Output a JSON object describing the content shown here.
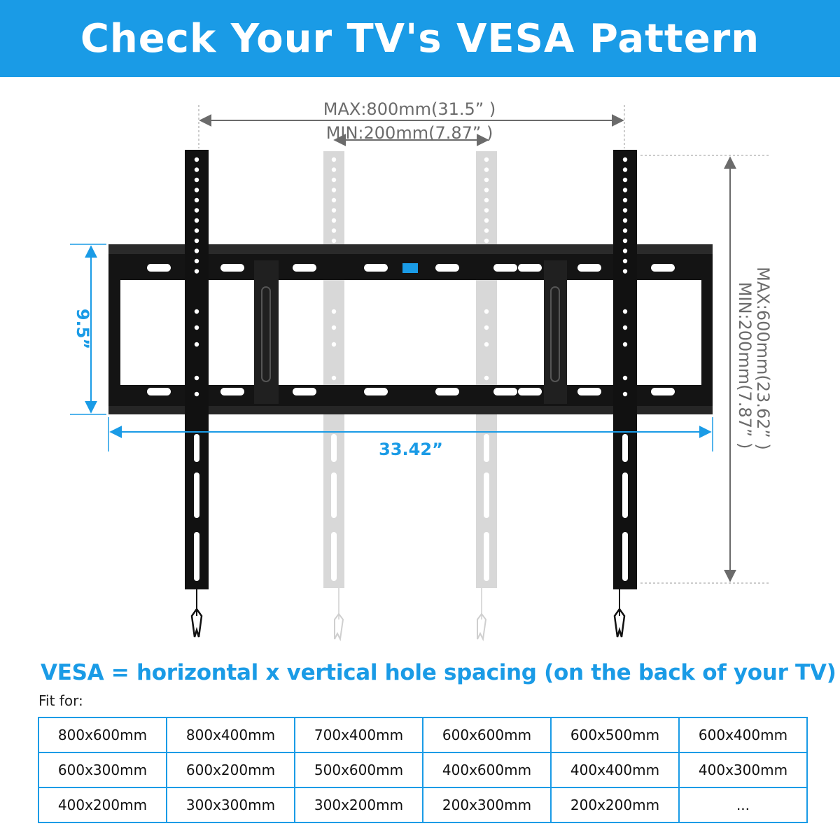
{
  "header": {
    "title": "Check Your TV's VESA Pattern"
  },
  "diagram": {
    "max_horizontal": "MAX:800mm(31.5” )",
    "min_horizontal": "MIN:200mm(7.87” )",
    "max_vertical": "MAX:600mm(23.62” )",
    "min_vertical": "MIN:200mm(7.87” )",
    "frame_height": "9.5”",
    "frame_width": "33.42”",
    "colors": {
      "accent": "#1a9be6",
      "bracket": "#111111",
      "ghost": "#d6d6d6",
      "dimension": "#6b6b6b"
    }
  },
  "vesa_definition": "VESA = horizontal x vertical hole spacing (on the back of your TV)",
  "fit_for_label": "Fit for:",
  "vesa_table": [
    [
      "800x600mm",
      "800x400mm",
      "700x400mm",
      "600x600mm",
      "600x500mm",
      "600x400mm"
    ],
    [
      "600x300mm",
      "600x200mm",
      "500x600mm",
      "400x600mm",
      "400x400mm",
      "400x300mm"
    ],
    [
      "400x200mm",
      "300x300mm",
      "300x200mm",
      "200x300mm",
      "200x200mm",
      "..."
    ]
  ]
}
